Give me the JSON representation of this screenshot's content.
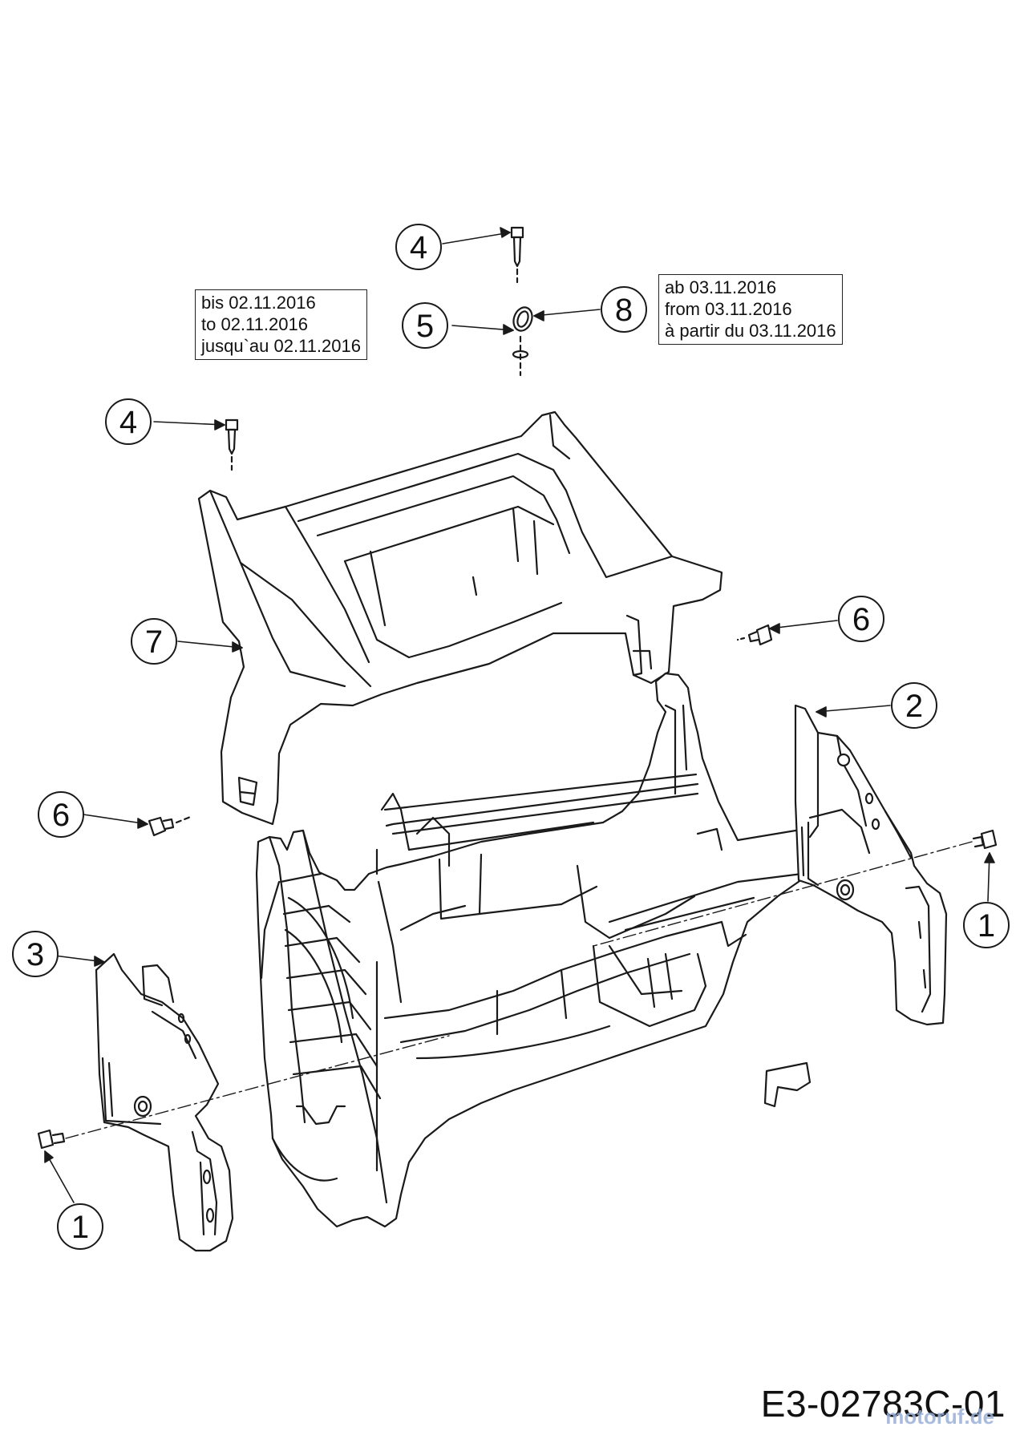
{
  "notes": {
    "before": {
      "line1": "bis 02.11.2016",
      "line2": "to 02.11.2016",
      "line3": "jusqu`au 02.11.2016"
    },
    "after": {
      "line1": "ab 03.11.2016",
      "line2": "from 03.11.2016",
      "line3": "à partir du 03.11.2016"
    }
  },
  "callouts": [
    "4",
    "5",
    "8",
    "4",
    "7",
    "6",
    "2",
    "6",
    "1",
    "3",
    "1"
  ],
  "drawing_code": "E3-02783C-01",
  "watermark": "motoruf.de"
}
